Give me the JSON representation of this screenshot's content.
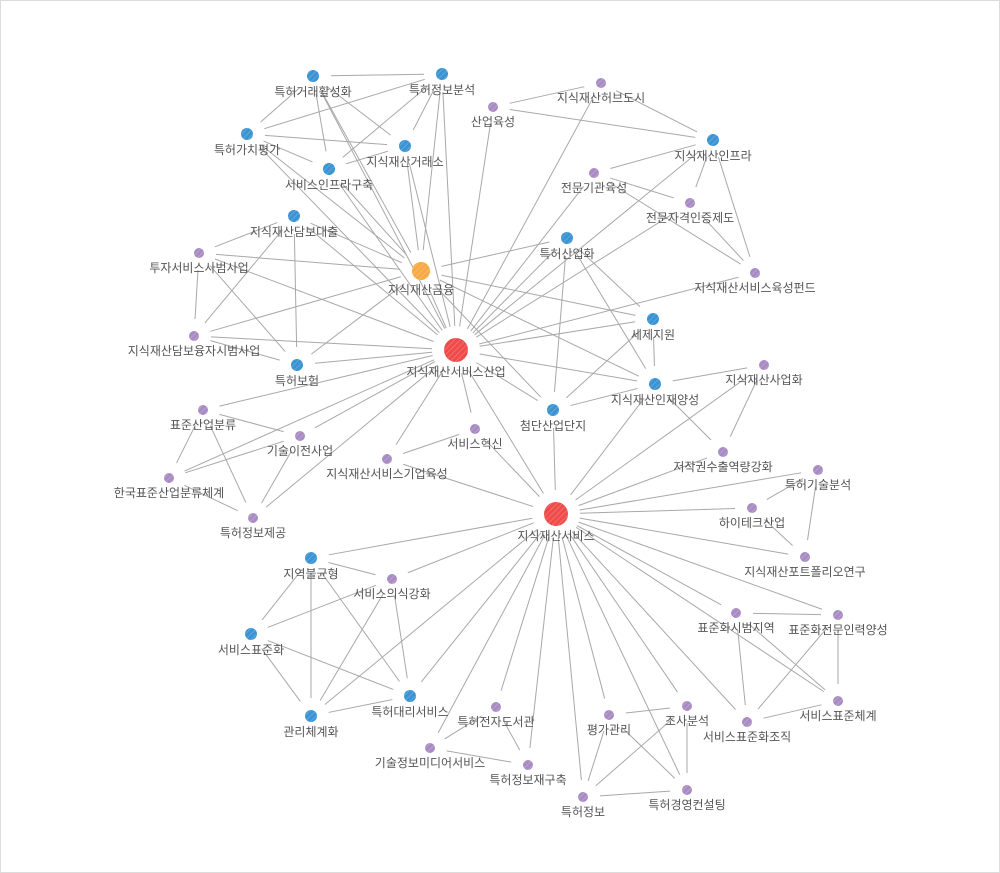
{
  "diagram": {
    "type": "network",
    "colors": {
      "hub": "#ef4b4b",
      "finance": "#f7a944",
      "blue": "#3a93d3",
      "purple": "#a98bc3",
      "edge": "#a8a8a8"
    },
    "nodes": [
      {
        "name": "지식재산서비스산업",
        "group": "hub"
      },
      {
        "name": "지식재산서비스",
        "group": "hub"
      },
      {
        "name": "지식재산금융",
        "group": "finance"
      },
      {
        "name": "특허거래활성화",
        "group": "blue"
      },
      {
        "name": "특허정보분석",
        "group": "blue"
      },
      {
        "name": "특허가치평가",
        "group": "blue"
      },
      {
        "name": "지식재산거래소",
        "group": "blue"
      },
      {
        "name": "서비스인프라구축",
        "group": "blue"
      },
      {
        "name": "지식재산담보대출",
        "group": "blue"
      },
      {
        "name": "특허보험",
        "group": "blue"
      },
      {
        "name": "특허산업화",
        "group": "blue"
      },
      {
        "name": "지식재산인프라",
        "group": "blue"
      },
      {
        "name": "세제지원",
        "group": "blue"
      },
      {
        "name": "지식재산인재양성",
        "group": "blue"
      },
      {
        "name": "첨단산업단지",
        "group": "blue"
      },
      {
        "name": "지역불균형",
        "group": "blue"
      },
      {
        "name": "서비스표준화",
        "group": "blue"
      },
      {
        "name": "관리체계화",
        "group": "blue"
      },
      {
        "name": "특허대리서비스",
        "group": "blue"
      },
      {
        "name": "지식재산허브도시",
        "group": "purple"
      },
      {
        "name": "산업육성",
        "group": "purple"
      },
      {
        "name": "전문기관육성",
        "group": "purple"
      },
      {
        "name": "전문자격인증제도",
        "group": "purple"
      },
      {
        "name": "지식재산서비스육성펀드",
        "group": "purple"
      },
      {
        "name": "투자서비스사범사업",
        "group": "purple"
      },
      {
        "name": "지식재산담보융자시범사업",
        "group": "purple"
      },
      {
        "name": "지식재산사업화",
        "group": "purple"
      },
      {
        "name": "표준산업분류",
        "group": "purple"
      },
      {
        "name": "기술이전사업",
        "group": "purple"
      },
      {
        "name": "서비스혁신",
        "group": "purple"
      },
      {
        "name": "지식재산서비스기업육성",
        "group": "purple"
      },
      {
        "name": "한국표준산업분류체계",
        "group": "purple"
      },
      {
        "name": "특허정보제공",
        "group": "purple"
      },
      {
        "name": "저작권수출역량강화",
        "group": "purple"
      },
      {
        "name": "특허기술분석",
        "group": "purple"
      },
      {
        "name": "하이테크산업",
        "group": "purple"
      },
      {
        "name": "지식재산포트폴리오연구",
        "group": "purple"
      },
      {
        "name": "서비스의식강화",
        "group": "purple"
      },
      {
        "name": "표준화시범지역",
        "group": "purple"
      },
      {
        "name": "표준화전문인력양성",
        "group": "purple"
      },
      {
        "name": "서비스표준체계",
        "group": "purple"
      },
      {
        "name": "서비스표준화조직",
        "group": "purple"
      },
      {
        "name": "조사분석",
        "group": "purple"
      },
      {
        "name": "평가관리",
        "group": "purple"
      },
      {
        "name": "특허전자도서관",
        "group": "purple"
      },
      {
        "name": "기술정보미디어서비스",
        "group": "purple"
      },
      {
        "name": "특허정보재구축",
        "group": "purple"
      },
      {
        "name": "특허정보",
        "group": "purple"
      },
      {
        "name": "특허경영컨설팅",
        "group": "purple"
      }
    ],
    "edges": [
      [
        0,
        3
      ],
      [
        0,
        4
      ],
      [
        0,
        5
      ],
      [
        0,
        6
      ],
      [
        0,
        7
      ],
      [
        0,
        8
      ],
      [
        0,
        24
      ],
      [
        0,
        25
      ],
      [
        0,
        9
      ],
      [
        0,
        20
      ],
      [
        0,
        19
      ],
      [
        0,
        21
      ],
      [
        0,
        11
      ],
      [
        0,
        22
      ],
      [
        0,
        10
      ],
      [
        0,
        23
      ],
      [
        0,
        12
      ],
      [
        0,
        13
      ],
      [
        0,
        14
      ],
      [
        0,
        29
      ],
      [
        0,
        30
      ],
      [
        0,
        28
      ],
      [
        0,
        27
      ],
      [
        0,
        31
      ],
      [
        0,
        32
      ],
      [
        0,
        1
      ],
      [
        0,
        2
      ],
      [
        2,
        3
      ],
      [
        2,
        5
      ],
      [
        2,
        6
      ],
      [
        2,
        7
      ],
      [
        2,
        8
      ],
      [
        2,
        24
      ],
      [
        2,
        25
      ],
      [
        2,
        9
      ],
      [
        2,
        10
      ],
      [
        2,
        12
      ],
      [
        2,
        13
      ],
      [
        2,
        14
      ],
      [
        2,
        4
      ],
      [
        1,
        29
      ],
      [
        1,
        30
      ],
      [
        1,
        13
      ],
      [
        1,
        26
      ],
      [
        1,
        33
      ],
      [
        1,
        34
      ],
      [
        1,
        35
      ],
      [
        1,
        36
      ],
      [
        1,
        15
      ],
      [
        1,
        37
      ],
      [
        1,
        17
      ],
      [
        1,
        18
      ],
      [
        1,
        45
      ],
      [
        1,
        44
      ],
      [
        1,
        46
      ],
      [
        1,
        47
      ],
      [
        1,
        43
      ],
      [
        1,
        42
      ],
      [
        1,
        48
      ],
      [
        1,
        38
      ],
      [
        1,
        39
      ],
      [
        1,
        40
      ],
      [
        1,
        41
      ],
      [
        1,
        14
      ],
      [
        3,
        4
      ],
      [
        3,
        5
      ],
      [
        3,
        7
      ],
      [
        3,
        6
      ],
      [
        4,
        5
      ],
      [
        4,
        7
      ],
      [
        4,
        6
      ],
      [
        5,
        6
      ],
      [
        5,
        7
      ],
      [
        7,
        6
      ],
      [
        8,
        24
      ],
      [
        8,
        9
      ],
      [
        8,
        25
      ],
      [
        24,
        25
      ],
      [
        24,
        9
      ],
      [
        25,
        9
      ],
      [
        20,
        19
      ],
      [
        20,
        11
      ],
      [
        19,
        11
      ],
      [
        21,
        11
      ],
      [
        21,
        22
      ],
      [
        21,
        23
      ],
      [
        11,
        22
      ],
      [
        11,
        23
      ],
      [
        22,
        23
      ],
      [
        10,
        12
      ],
      [
        10,
        13
      ],
      [
        10,
        14
      ],
      [
        12,
        13
      ],
      [
        12,
        14
      ],
      [
        14,
        13
      ],
      [
        13,
        26
      ],
      [
        13,
        33
      ],
      [
        26,
        33
      ],
      [
        27,
        28
      ],
      [
        27,
        31
      ],
      [
        27,
        32
      ],
      [
        28,
        31
      ],
      [
        28,
        32
      ],
      [
        31,
        32
      ],
      [
        29,
        30
      ],
      [
        34,
        35
      ],
      [
        34,
        36
      ],
      [
        35,
        36
      ],
      [
        15,
        37
      ],
      [
        15,
        16
      ],
      [
        15,
        17
      ],
      [
        15,
        18
      ],
      [
        37,
        16
      ],
      [
        37,
        17
      ],
      [
        37,
        18
      ],
      [
        16,
        17
      ],
      [
        16,
        18
      ],
      [
        17,
        18
      ],
      [
        44,
        45
      ],
      [
        44,
        46
      ],
      [
        45,
        46
      ],
      [
        43,
        42
      ],
      [
        43,
        47
      ],
      [
        43,
        48
      ],
      [
        42,
        47
      ],
      [
        42,
        48
      ],
      [
        47,
        48
      ],
      [
        38,
        39
      ],
      [
        38,
        40
      ],
      [
        38,
        41
      ],
      [
        39,
        40
      ],
      [
        39,
        41
      ],
      [
        40,
        41
      ]
    ]
  }
}
